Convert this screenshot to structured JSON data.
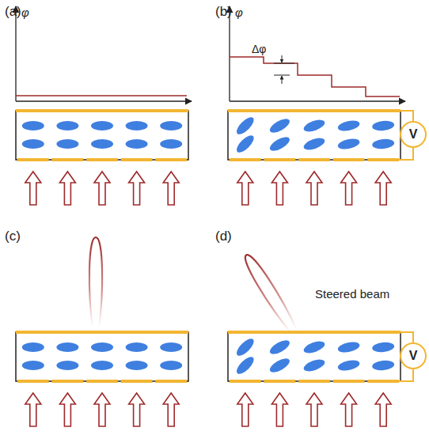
{
  "diagram": {
    "nodes": [
      {
        "text": [
          "V"
        ]
      },
      {
        "text": [
          "V"
        ]
      }
    ],
    "labels": [
      "(a)",
      "φ",
      "(b)",
      "φ",
      "Δφ",
      "(c)",
      "(d)",
      "Steered beam"
    ]
  }
}
